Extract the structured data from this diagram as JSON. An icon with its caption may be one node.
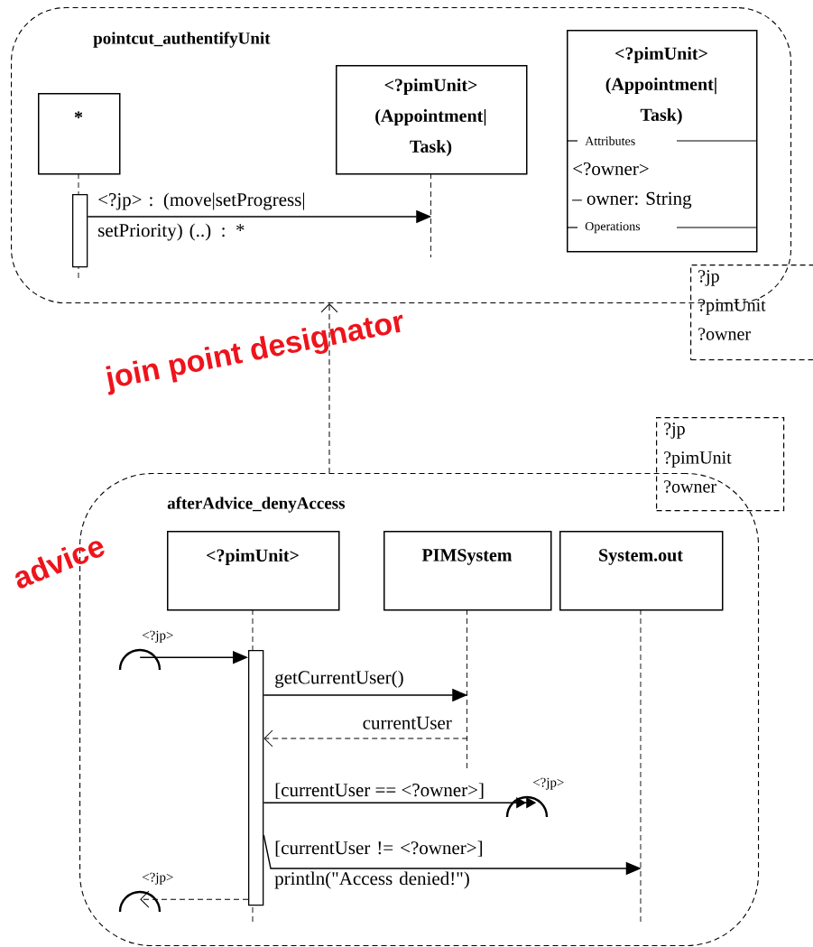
{
  "diagram": {
    "nodes": [
      {
        "text": [
          "pointcut_authentifyUnit"
        ]
      },
      {
        "text": [
          "*"
        ],
        "in": 0
      },
      {
        "text": [
          "<?pimUnit> (Appointment| Task)"
        ],
        "in": 0
      },
      {
        "text": [
          "<?pimUnit> (Appointment| Task)",
          "Attributes",
          "<?owner>",
          "– owner: String",
          "Operations"
        ],
        "in": 0
      },
      {
        "text": [],
        "shape": "bar",
        "in": 0
      },
      {
        "text": [
          "?jp",
          "?pimUnit",
          "?owner"
        ]
      },
      {
        "text": [
          "afterAdvice_denyAccess"
        ]
      },
      {
        "text": [
          "?jp",
          "?pimUnit",
          "?owner"
        ]
      },
      {
        "text": [
          "<?pimUnit>"
        ],
        "in": 6
      },
      {
        "text": [
          "PIMSystem"
        ],
        "in": 6
      },
      {
        "text": [
          "System.out"
        ],
        "in": 6
      },
      {
        "text": [],
        "shape": "bar",
        "in": 6
      },
      {
        "text": [],
        "shape": "arc",
        "beside": [
          "<?jp>"
        ],
        "in": 6
      },
      {
        "text": [],
        "shape": "arc",
        "beside": [
          "<?jp>"
        ],
        "in": 6
      },
      {
        "text": [],
        "shape": "arc",
        "beside": [
          "<?jp>"
        ],
        "in": 6
      }
    ],
    "edges": [
      {
        "from": 4,
        "to": 2,
        "arrow": "to",
        "label": "<?jp> : (move|setProgress| setPriority) (..) : *"
      },
      {
        "from": 6,
        "to": 0,
        "arrow": "to",
        "style": "dashed"
      },
      {
        "from": 12,
        "to": 11,
        "arrow": "to"
      },
      {
        "from": 11,
        "to": 9,
        "arrow": "to",
        "label": "getCurrentUser()"
      },
      {
        "from": 9,
        "to": 11,
        "arrow": "to",
        "style": "dashed",
        "label": "currentUser"
      },
      {
        "from": 11,
        "to": 13,
        "arrow": "to",
        "label": "[currentUser == <?owner>]"
      },
      {
        "from": 11,
        "to": 10,
        "arrow": "to",
        "label": "[currentUser != <?owner>] println(\"Access denied!\")"
      },
      {
        "from": 11,
        "to": 14,
        "arrow": "to",
        "style": "dashed"
      }
    ],
    "labels": [
      "join point designator",
      "advice"
    ]
  }
}
